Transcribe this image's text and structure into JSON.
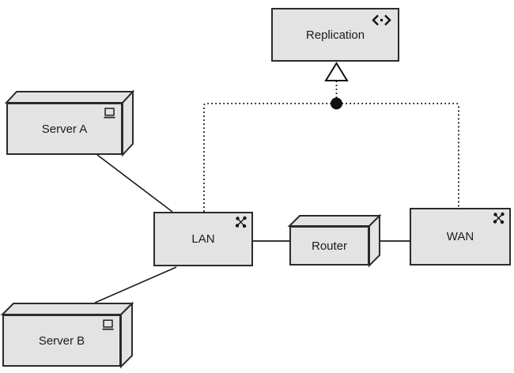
{
  "diagram": {
    "type": "uml-deployment-diagram",
    "background": "#ffffff"
  },
  "colors": {
    "node_fill": "#e3e3e3",
    "node_border": "#2b2b2b",
    "connector": "#1a1a1a",
    "junction_dot": "#111111"
  },
  "nodes": {
    "replication": {
      "label": "Replication",
      "icon": "collaboration-icon"
    },
    "server_a": {
      "label": "Server A",
      "icon": "computer-icon"
    },
    "server_b": {
      "label": "Server B",
      "icon": "computer-icon"
    },
    "lan": {
      "label": "LAN",
      "icon": "network-icon"
    },
    "router": {
      "label": "Router"
    },
    "wan": {
      "label": "WAN",
      "icon": "network-icon"
    }
  },
  "edges": {
    "server_a_lan": "Server A — LAN",
    "server_b_lan": "Server B — LAN",
    "lan_router": "LAN — Router",
    "router_wan": "Router — WAN",
    "lan_wan_replication": "LAN/WAN ··· Replication (realization, ball junction)"
  }
}
